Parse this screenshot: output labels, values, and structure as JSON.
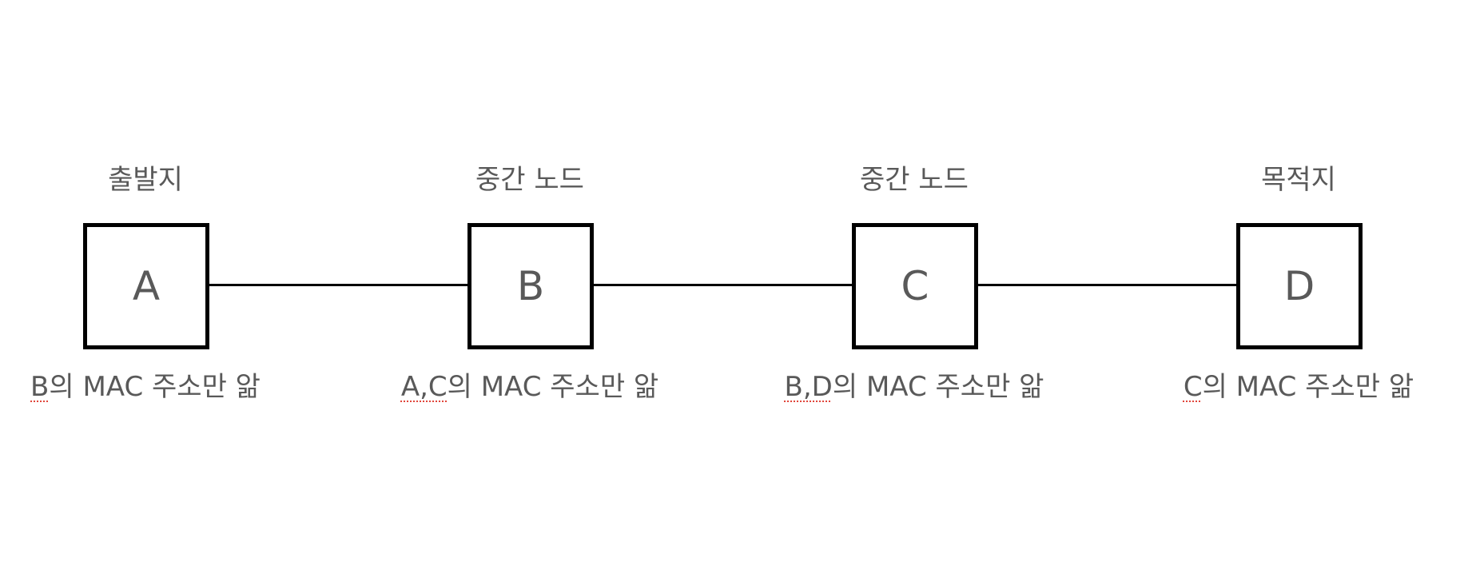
{
  "nodes": [
    {
      "letter": "A",
      "role": "출발지",
      "note_prefix": "B",
      "note_rest": "의 MAC 주소만 앎"
    },
    {
      "letter": "B",
      "role": "중간 노드",
      "note_prefix": "A,C",
      "note_rest": "의 MAC 주소만 앎"
    },
    {
      "letter": "C",
      "role": "중간 노드",
      "note_prefix": "B,D",
      "note_rest": "의 MAC 주소만 앎"
    },
    {
      "letter": "D",
      "role": "목적지",
      "note_prefix": "C",
      "note_rest": "의 MAC 주소만 앎"
    }
  ],
  "colors": {
    "text": "#595959",
    "box_border": "#000000",
    "connector": "#000000",
    "spellcheck_underline": "#e0453a"
  }
}
